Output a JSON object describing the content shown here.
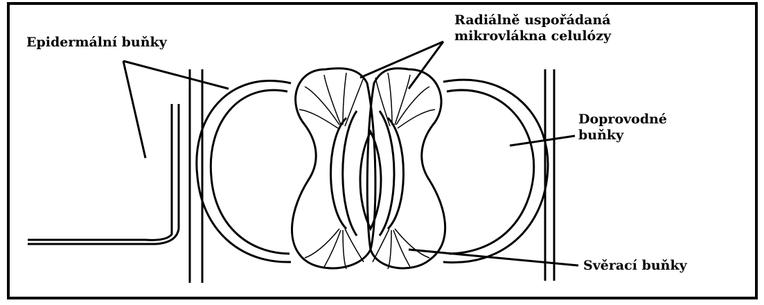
{
  "labels": {
    "epidermal": "Epidermální buňky",
    "radial_line1": "Radiálně uspořádaná",
    "radial_line2": "mikrovlákna celulózy",
    "accessory_line1": "Doprovodné",
    "accessory_line2": "buňky",
    "guard": "Svěrací buňky"
  }
}
